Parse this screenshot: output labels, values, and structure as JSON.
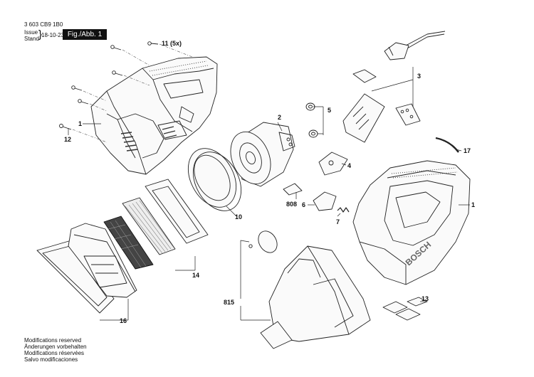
{
  "header": {
    "doc_number": "3 603 CB9 1B0",
    "issue_label": "Issue",
    "stand_label": "Stand",
    "date": "18-10-23",
    "figure_label": "Fig./Abb. 1"
  },
  "footer_notes": [
    "Modifications reserved",
    "Änderungen vorbehalten",
    "Modifications réservées",
    "Salvo modificaciones"
  ],
  "callouts": {
    "c11": "11 (5x)",
    "c1_left": "1",
    "c12": "12",
    "c2": "2",
    "c3": "3",
    "c4": "4",
    "c5": "5",
    "c6": "6",
    "c7": "7",
    "c808": "808",
    "c10": "10",
    "c1_right": "1",
    "c17": "17",
    "c14": "14",
    "c16": "16",
    "c815": "815",
    "c13": "13"
  },
  "brand_mark": "BOSCH"
}
